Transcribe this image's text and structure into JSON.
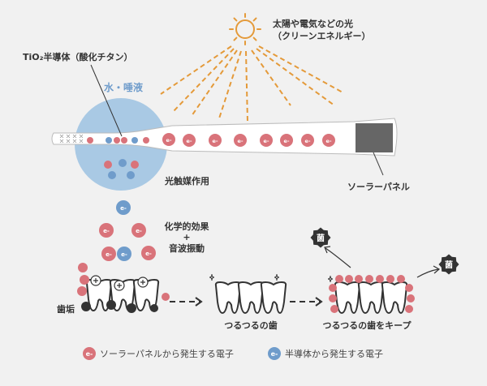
{
  "sun_caption": {
    "line1": "太陽や電気などの光",
    "line2": "（クリーンエネルギー）"
  },
  "tio2_label": "TiO₂半導体（酸化チタン）",
  "water_label": "水・唾液",
  "photocatalyst_label": "光触媒作用",
  "solar_panel_label": "ソーラーパネル",
  "effects_label": {
    "line1": "化学的効果",
    "line2": "+",
    "line3": "音波振動"
  },
  "plaque_label": "歯垢",
  "smooth_teeth_label": "つるつるの歯",
  "keep_teeth_label": "つるつるの歯をキープ",
  "bacteria_label": "菌",
  "electron_symbol": "e-",
  "legend": {
    "solar_electron": "ソーラーパネルから発生する電子",
    "semiconductor_electron": "半導体から発生する電子"
  },
  "colors": {
    "solar_electron": "#d9737a",
    "semiconductor_electron": "#6f9ccb",
    "ray": "#e49a3a",
    "water": "#a9c9e4",
    "panel": "#666666",
    "dark": "#333333"
  }
}
